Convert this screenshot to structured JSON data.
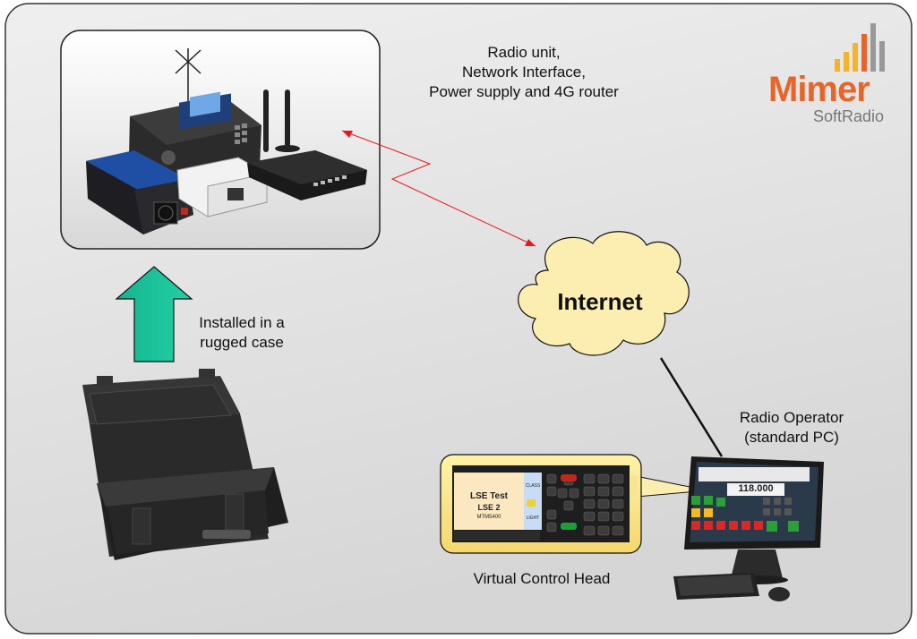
{
  "labels": {
    "radio_unit_lines": [
      "Radio unit,",
      "Network Interface,",
      "Power supply  and 4G router"
    ],
    "installed_lines": [
      "Installed in a",
      "rugged case"
    ],
    "operator_lines": [
      "Radio Operator",
      "(standard PC)"
    ],
    "internet": "Internet",
    "virtual_head": "Virtual Control Head"
  },
  "logo": {
    "name": "Mimer",
    "sub": "SoftRadio",
    "orange": "#e8652a",
    "yellow": "#f3b42b",
    "gray": "#999999"
  },
  "control_head": {
    "line1": "LSE Test",
    "line2": "LSE 2",
    "line3": "MTM5400",
    "side1": "CLASS",
    "side2": "LIGHT"
  },
  "pc_screen": {
    "frequency": "118.000"
  },
  "colors": {
    "arrow_up": "#19c29a",
    "link_red": "#e8191e",
    "cloud": "#fbeeb0",
    "panel_bg": "#e2e2e2"
  }
}
